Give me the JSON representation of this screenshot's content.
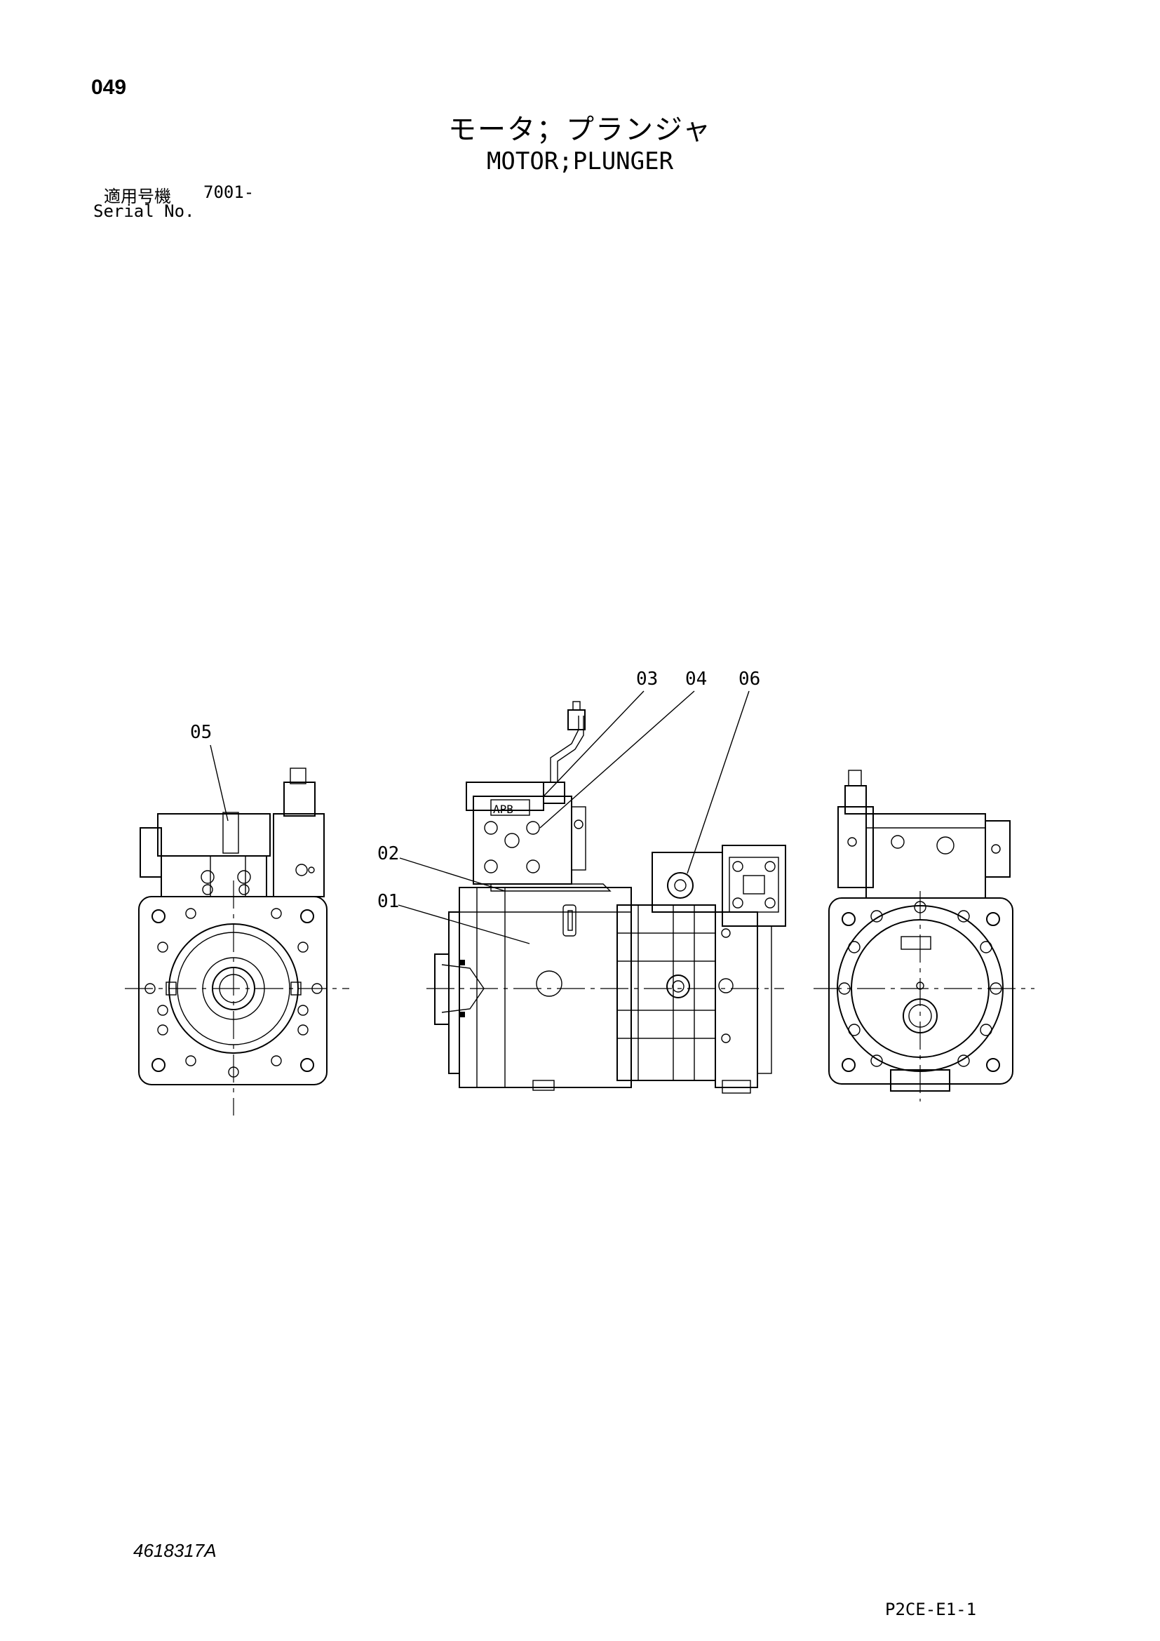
{
  "header": {
    "page_number": "049",
    "title_jp": "モータ；プランジャ",
    "title_en": "MOTOR;PLUNGER",
    "serial_label_jp": "適用号機",
    "serial_value": "7001-",
    "serial_label_en": "Serial No."
  },
  "callouts": {
    "c01": "01",
    "c02": "02",
    "c03": "03",
    "c04": "04",
    "c05": "05",
    "c06": "06",
    "apb_label": "APB"
  },
  "footer": {
    "document_number": "4618317A",
    "page_code": "P2CE-E1-1"
  }
}
